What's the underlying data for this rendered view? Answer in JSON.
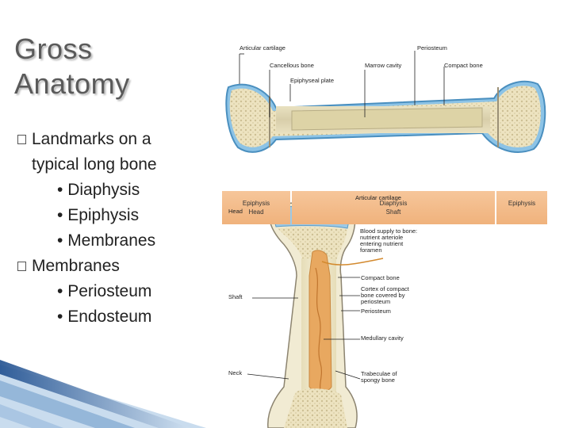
{
  "slide": {
    "title_lines": [
      "Gross",
      "Anatomy"
    ],
    "bullets": {
      "item1": {
        "line1": "Landmarks on a",
        "line2": "typical long bone"
      },
      "item1_sub": [
        "Diaphysis",
        "Epiphysis",
        "Membranes"
      ],
      "item2": "Membranes",
      "item2_sub": [
        "Periosteum",
        "Endosteum"
      ]
    }
  },
  "figure": {
    "top_labels": {
      "articular_cartilage": "Articular cartilage",
      "periosteum": "Periosteum",
      "cancellous_bone": "Cancellous bone",
      "marrow_cavity": "Marrow cavity",
      "compact_bone": "Compact bone",
      "epiphyseal_plate": "Epiphyseal plate"
    },
    "bands": {
      "left": {
        "line1": "Epiphysis",
        "line2": "Head"
      },
      "middle": {
        "line1": "Diaphysis",
        "line2": "Shaft"
      },
      "right": {
        "line1": "Epiphysis"
      }
    },
    "side_labels": {
      "head": "Head",
      "shaft": "Shaft",
      "neck": "Neck"
    },
    "right_labels": {
      "articular_cartilage": "Articular cartilage",
      "blood_supply": [
        "Blood supply to bone:",
        "nutrient arteriole",
        "entering nutrient",
        "foramen"
      ],
      "compact_bone": "Compact bone",
      "cortex": [
        "Cortex of compact",
        "bone covered by",
        "periosteum"
      ],
      "periosteum": "Periosteum",
      "medullary_cavity": "Medullary cavity",
      "trabeculae": [
        "Trabeculae of",
        "spongy bone"
      ]
    }
  },
  "colors": {
    "title": "#5a5a5a",
    "band": "#f0b27c",
    "bone": "#efe8c8",
    "periosteum": "#7ab8de",
    "marrow": "#e9a65c"
  }
}
